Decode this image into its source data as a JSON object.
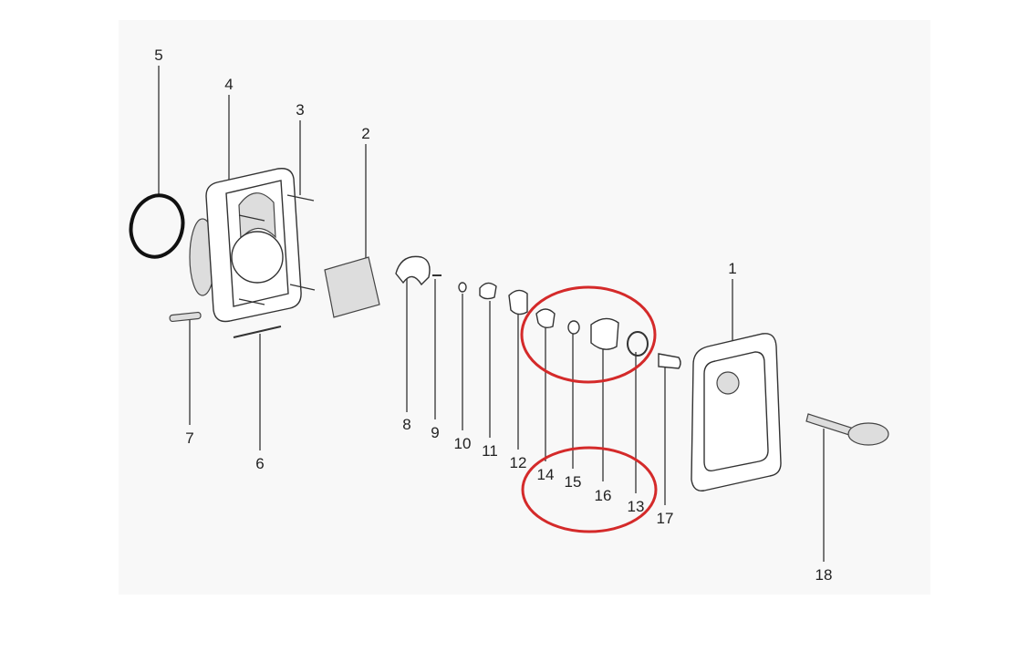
{
  "diagram": {
    "type": "exploded-parts-diagram",
    "labels": {
      "p1": "1",
      "p2": "2",
      "p3": "3",
      "p4": "4",
      "p5": "5",
      "p6": "6",
      "p7": "7",
      "p8": "8",
      "p9": "9",
      "p10": "10",
      "p11": "11",
      "p12": "12",
      "p13": "13",
      "p14": "14",
      "p15": "15",
      "p16": "16",
      "p17": "17",
      "p18": "18"
    },
    "highlight_color": "#d42a2a"
  }
}
